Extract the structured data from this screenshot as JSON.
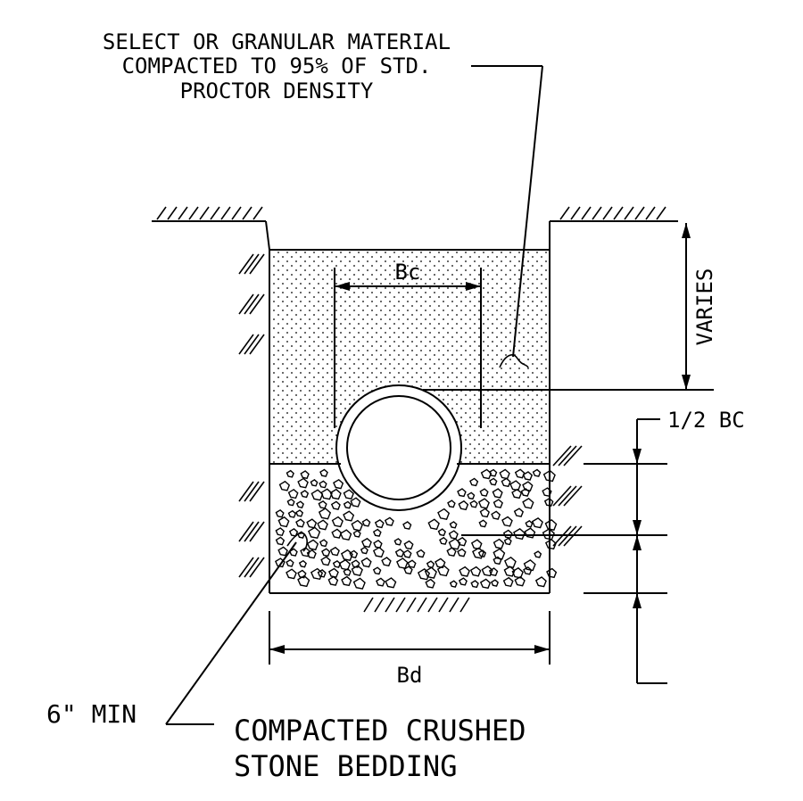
{
  "labels": {
    "select_fill_line1": "SELECT OR GRANULAR MATERIAL",
    "select_fill_line2": "COMPACTED TO 95% OF STD.",
    "select_fill_line3": "PROCTOR DENSITY",
    "pipe_width": "Bc",
    "trench_width": "Bd",
    "depth_varies": "VARIES",
    "half_bc": "1/2 BC",
    "min_bedding": "6\" MIN",
    "bedding_line1": "COMPACTED CRUSHED",
    "bedding_line2": "STONE BEDDING"
  },
  "colors": {
    "line": "#000000",
    "background": "#ffffff"
  }
}
